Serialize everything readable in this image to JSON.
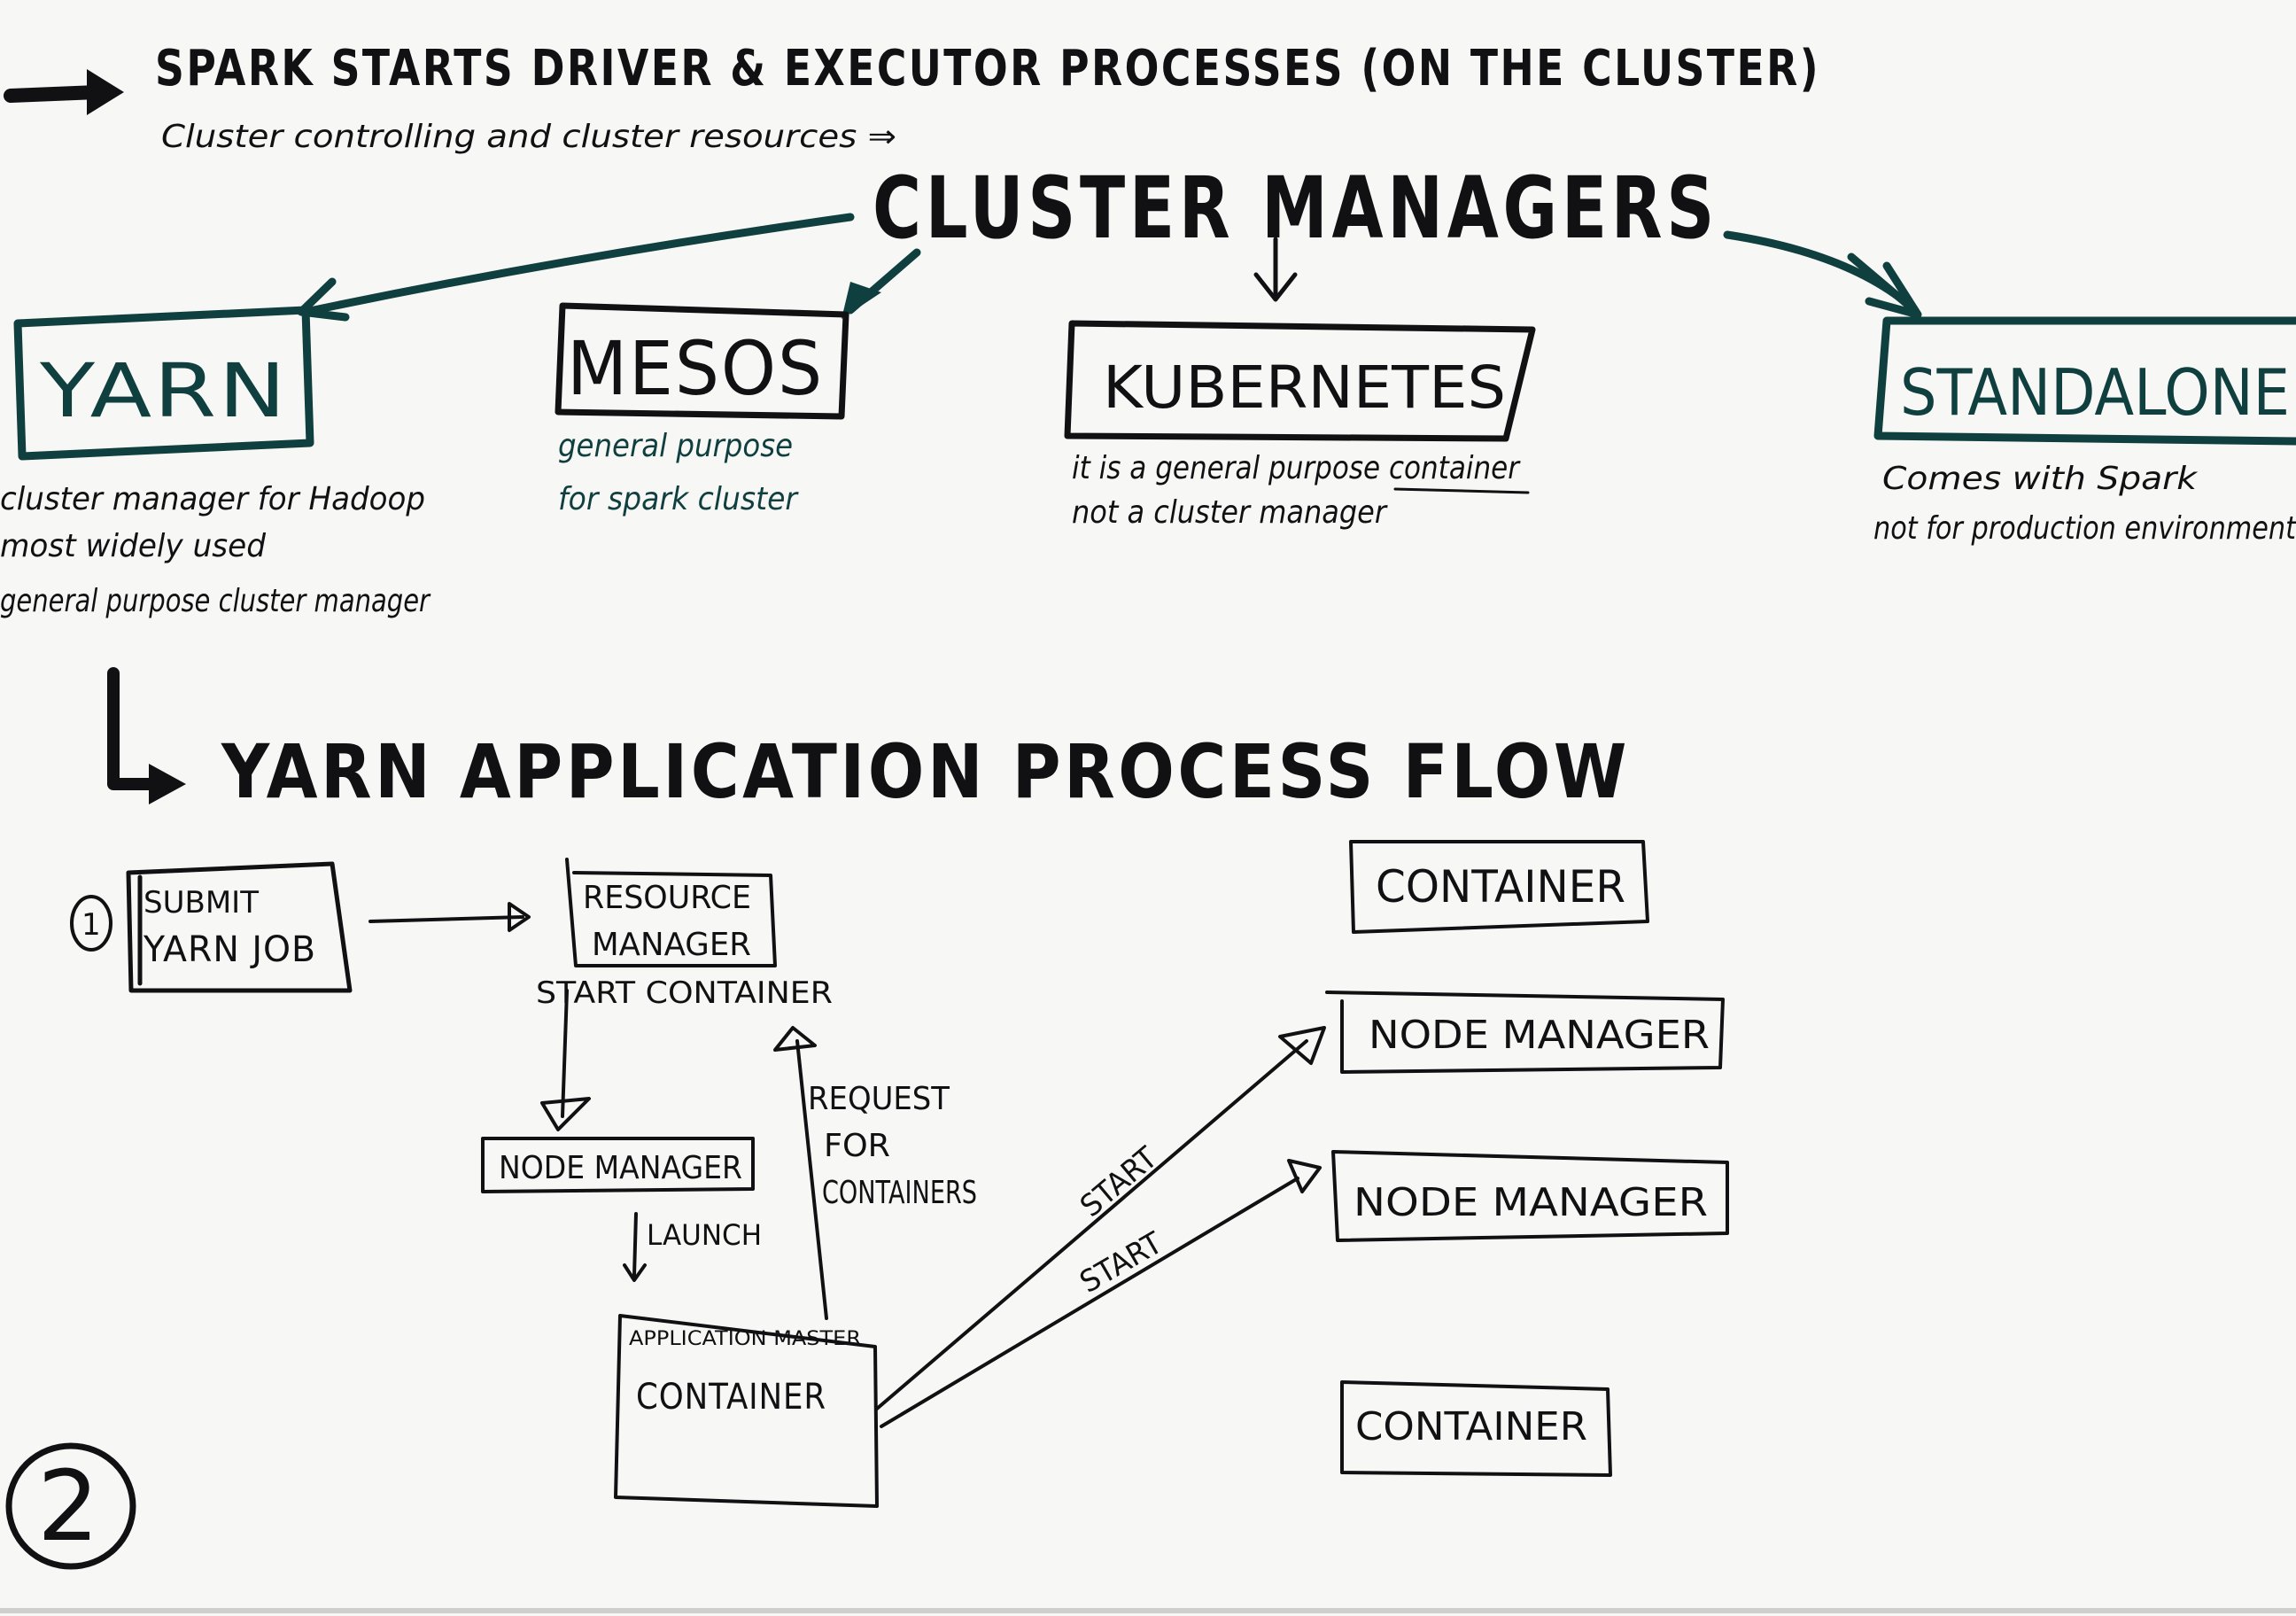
{
  "header": {
    "title": "SPARK STARTS DRIVER & EXECUTOR PROCESSES (ON THE CLUSTER)",
    "subtitle": "Cluster controlling and cluster resources ⇒"
  },
  "cluster_managers": {
    "heading": "CLUSTER MANAGERS",
    "items": [
      {
        "label": "YARN",
        "notes": [
          "cluster manager for Hadoop",
          "most widely used",
          "general purpose cluster manager"
        ]
      },
      {
        "label": "MESOS",
        "notes": [
          "general purpose",
          "for spark cluster"
        ]
      },
      {
        "label": "KUBERNETES",
        "notes": [
          "it is a general purpose container",
          "not a cluster manager"
        ]
      },
      {
        "label": "STANDALONE",
        "notes": [
          "Comes with Spark",
          "not for production environment"
        ]
      }
    ]
  },
  "flow": {
    "heading": "YARN APPLICATION PROCESS FLOW",
    "step_one": "1",
    "step_two": "2",
    "submit_box": [
      "SUBMIT",
      "YARN JOB"
    ],
    "resource_manager": [
      "RESOURCE",
      "MANAGER"
    ],
    "start_container": "START CONTAINER",
    "node_manager_left": "NODE MANAGER",
    "launch": "LAUNCH",
    "request_label": [
      "REQUEST",
      "FOR",
      "CONTAINERS"
    ],
    "app_master": {
      "small": "APPLICATION MASTER",
      "label": "CONTAINER"
    },
    "start_1": "START",
    "start_2": "START",
    "container_top": "CONTAINER",
    "node_manager_1": "NODE MANAGER",
    "node_manager_2": "NODE MANAGER",
    "container_bottom": "CONTAINER"
  }
}
